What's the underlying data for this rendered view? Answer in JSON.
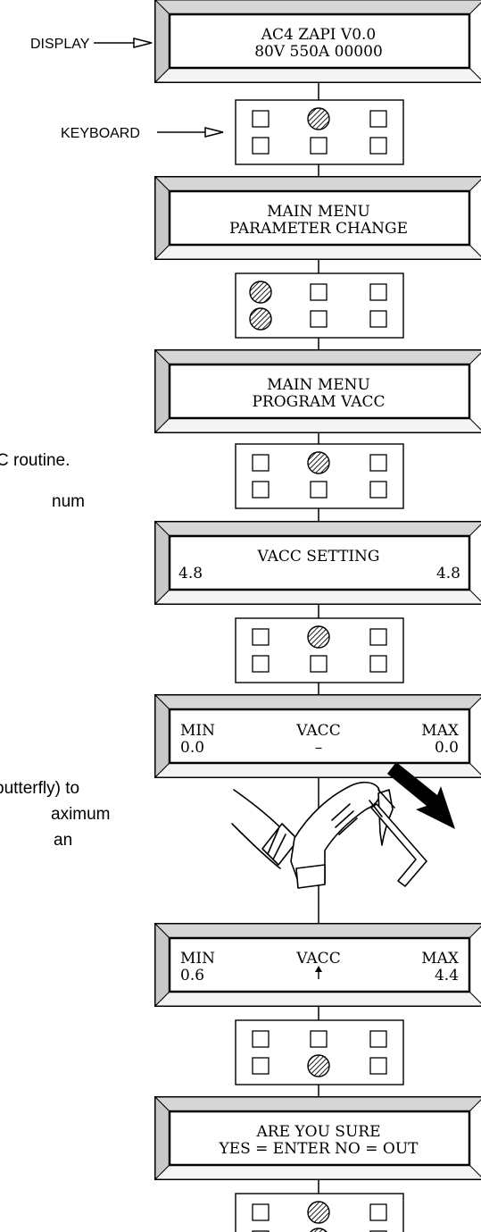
{
  "labels": {
    "display": "DISPLAY",
    "keyboard": "KEYBOARD"
  },
  "side_text": {
    "step3_line1": "C routine.",
    "step3_line2": "num",
    "step5_line1": "butterfly) to",
    "step5_line2": "aximum",
    "step5_line3": "an"
  },
  "displays": {
    "d1": {
      "line1": "AC4  ZAPI  V0.0",
      "line2": "80V  550A  00000"
    },
    "d2": {
      "line1": "MAIN  MENU",
      "line2": "PARAMETER  CHANGE"
    },
    "d3": {
      "line1": "MAIN  MENU",
      "line2": "PROGRAM  VACC"
    },
    "d4": {
      "line1": "VACC  SETTING",
      "left": "4.8",
      "right": "4.8"
    },
    "d5": {
      "min": "MIN",
      "vacc": "VACC",
      "max": "MAX",
      "min_val": "0.0",
      "mid": "–",
      "max_val": "0.0"
    },
    "d6": {
      "min": "MIN",
      "vacc": "VACC",
      "max": "MAX",
      "min_val": "0.6",
      "max_val": "4.4"
    },
    "d7": {
      "line1": "ARE  YOU  SURE",
      "line2": "YES  =  ENTER  NO  =  OUT"
    }
  },
  "keypads": {
    "k1": {
      "pressed": [
        "top-center"
      ]
    },
    "k2": {
      "pressed": [
        "top-left",
        "bottom-left"
      ]
    },
    "k3": {
      "pressed": [
        "top-center"
      ]
    },
    "k4": {
      "pressed": [
        "top-center"
      ]
    },
    "k5": {
      "pressed": [
        "bottom-center"
      ]
    },
    "k6": {
      "pressed": [
        "top-center",
        "bottom-center"
      ]
    }
  },
  "icons": {
    "pedal": "foot-pressing-pedal-icon",
    "arrow": "press-direction-arrow-icon"
  }
}
